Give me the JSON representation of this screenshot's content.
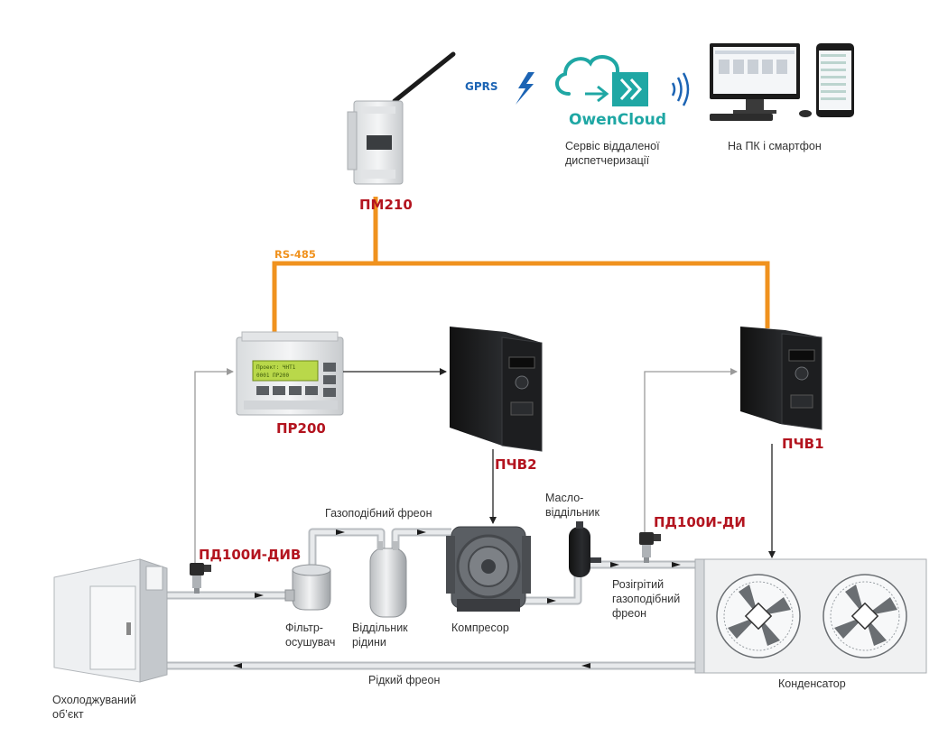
{
  "network": {
    "gprs": "GPRS",
    "rs485": "RS-485"
  },
  "cloud": {
    "brand": "OwenCloud",
    "caption_line1": "Сервіс віддаленої",
    "caption_line2": "диспетчеризації"
  },
  "devices_caption": "На ПК і смартфон",
  "modules": {
    "pm210": "ПМ210",
    "pr200": "ПР200",
    "pchv2": "ПЧВ2",
    "pchv1": "ПЧВ1",
    "sensor_left": "ПД100И-ДИВ",
    "sensor_right": "ПД100И-ДИ"
  },
  "pr200_screen": {
    "line1": "Проект: ЧНТ1",
    "line2": "0001 ПР200"
  },
  "flows": {
    "gas_freon": "Газоподібний фреон",
    "liquid_freon": "Рідкий фреон",
    "hot_gas_line1": "Розігрітий",
    "hot_gas_line2": "газоподібний",
    "hot_gas_line3": "фреон"
  },
  "components": {
    "oil_sep_line1": "Масло-",
    "oil_sep_line2": "віддільник",
    "filter_line1": "Фільтр-",
    "filter_line2": "осушувач",
    "separator_line1": "Віддільник",
    "separator_line2": "рідини",
    "compressor": "Компресор",
    "condenser": "Конденсатор",
    "object_line1": "Охолоджуваний",
    "object_line2": "об’єкт"
  },
  "colors": {
    "rs485_line": "#f0921e",
    "module_label": "#b3141f",
    "cloud_teal": "#1fa7a4",
    "gprs_blue": "#1c64b4"
  }
}
